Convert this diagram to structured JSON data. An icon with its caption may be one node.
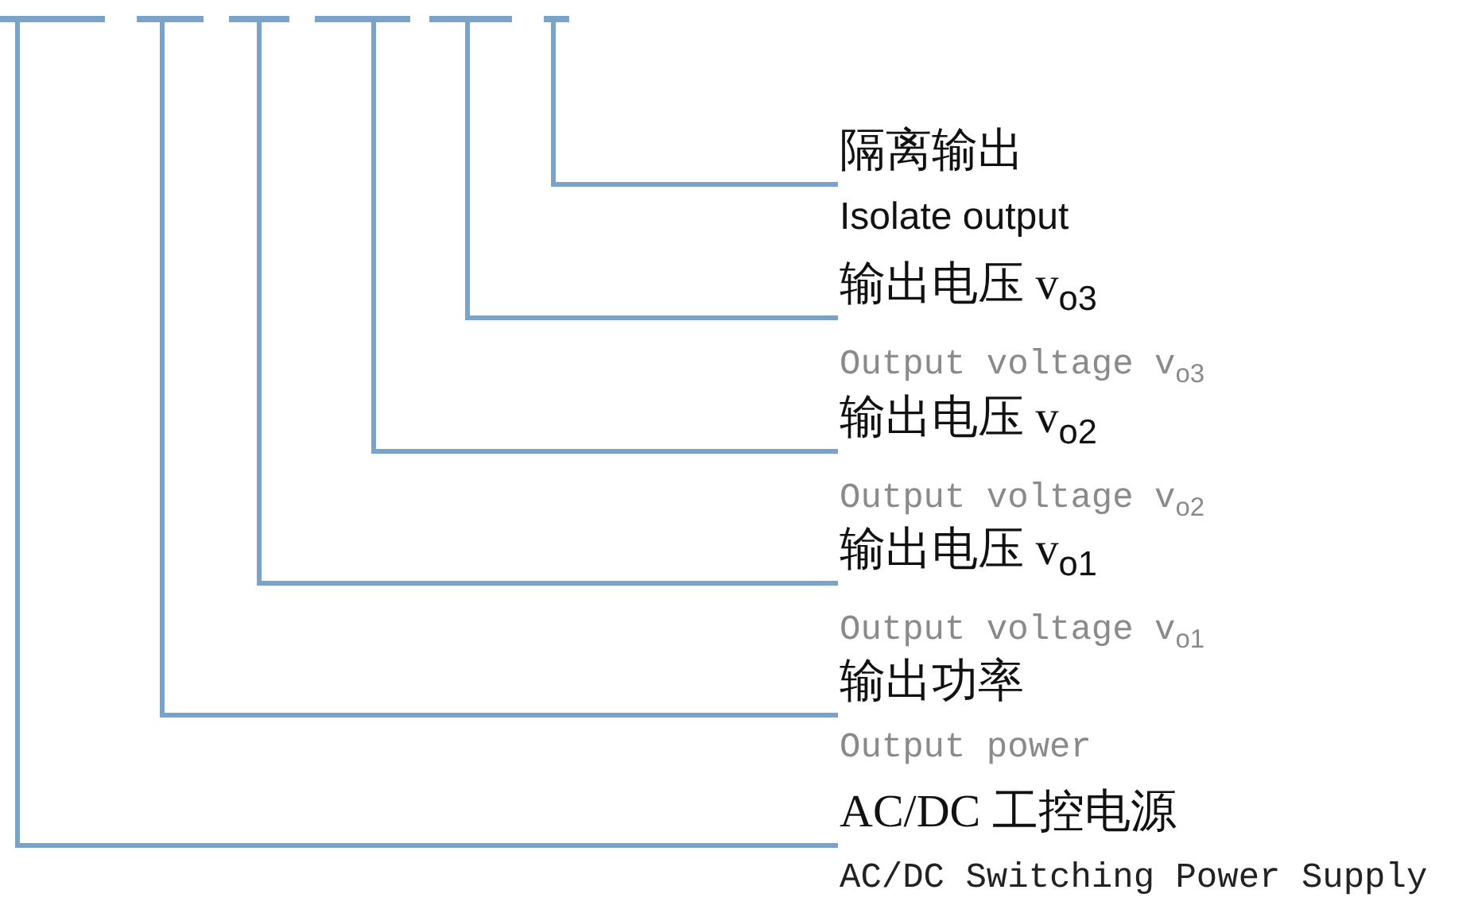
{
  "diagram": {
    "nodes": [
      {
        "text": [],
        "shape": "bar"
      },
      {
        "text": [],
        "shape": "bar"
      },
      {
        "text": [],
        "shape": "bar"
      },
      {
        "text": [],
        "shape": "bar"
      },
      {
        "text": [],
        "shape": "bar"
      },
      {
        "text": [],
        "shape": "bar"
      },
      {
        "text": [
          "隔离输出",
          "Isolate output"
        ]
      },
      {
        "text": [
          "输出电压 v$_{o3}$",
          "Output voltage v$_{o3}$"
        ]
      },
      {
        "text": [
          "输出电压 v$_{o2}$",
          "Output voltage v$_{o2}$"
        ]
      },
      {
        "text": [
          "输出电压 v$_{o1}$",
          "Output voltage v$_{o1}$"
        ]
      },
      {
        "text": [
          "输出功率",
          "Output power"
        ]
      },
      {
        "text": [
          "AC/DC 工控电源",
          "AC/DC Switching Power Supply"
        ]
      }
    ],
    "edges": [
      {
        "from": 5,
        "to": 6,
        "arrow": "none"
      },
      {
        "from": 4,
        "to": 7,
        "arrow": "none"
      },
      {
        "from": 3,
        "to": 8,
        "arrow": "none"
      },
      {
        "from": 2,
        "to": 9,
        "arrow": "none"
      },
      {
        "from": 1,
        "to": 10,
        "arrow": "none"
      },
      {
        "from": 0,
        "to": 11,
        "arrow": "none"
      }
    ]
  }
}
